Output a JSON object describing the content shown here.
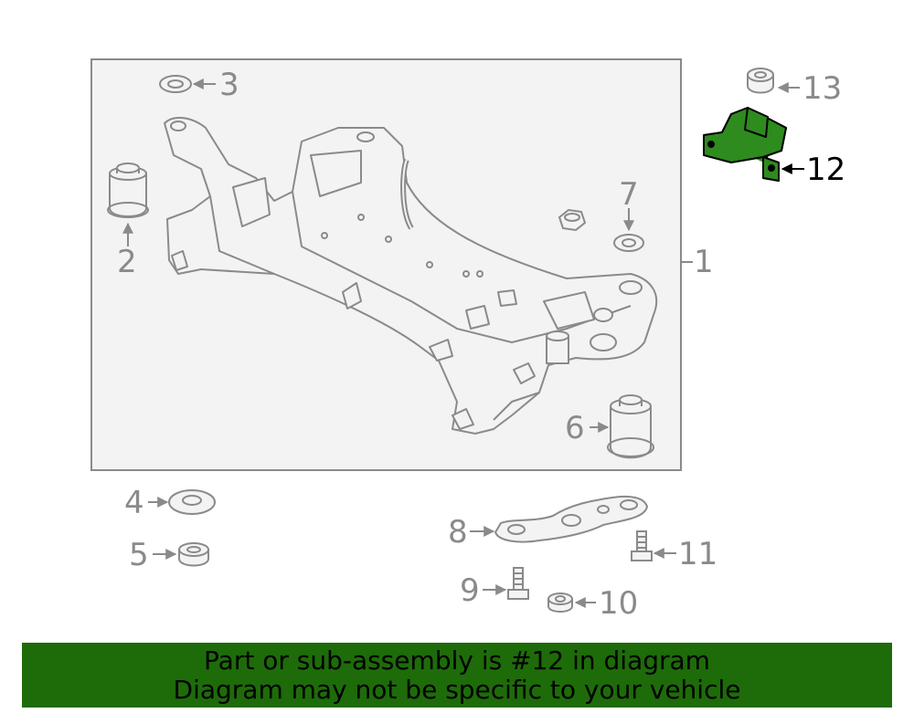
{
  "diagram": {
    "callouts": {
      "c1": "1",
      "c2": "2",
      "c3": "3",
      "c4": "4",
      "c5": "5",
      "c6": "6",
      "c7": "7",
      "c8": "8",
      "c9": "9",
      "c10": "10",
      "c11": "11",
      "c12": "12",
      "c13": "13"
    },
    "highlight_part": "12",
    "colors": {
      "line": "#8a8a8a",
      "frame_fill": "#f3f3f3",
      "highlight_fill": "#2e8b1e",
      "banner_bg": "#1e6b0a"
    }
  },
  "banner": {
    "line1": "Part or sub-assembly is #12 in diagram",
    "line2": "Diagram may not be specific to your vehicle"
  }
}
